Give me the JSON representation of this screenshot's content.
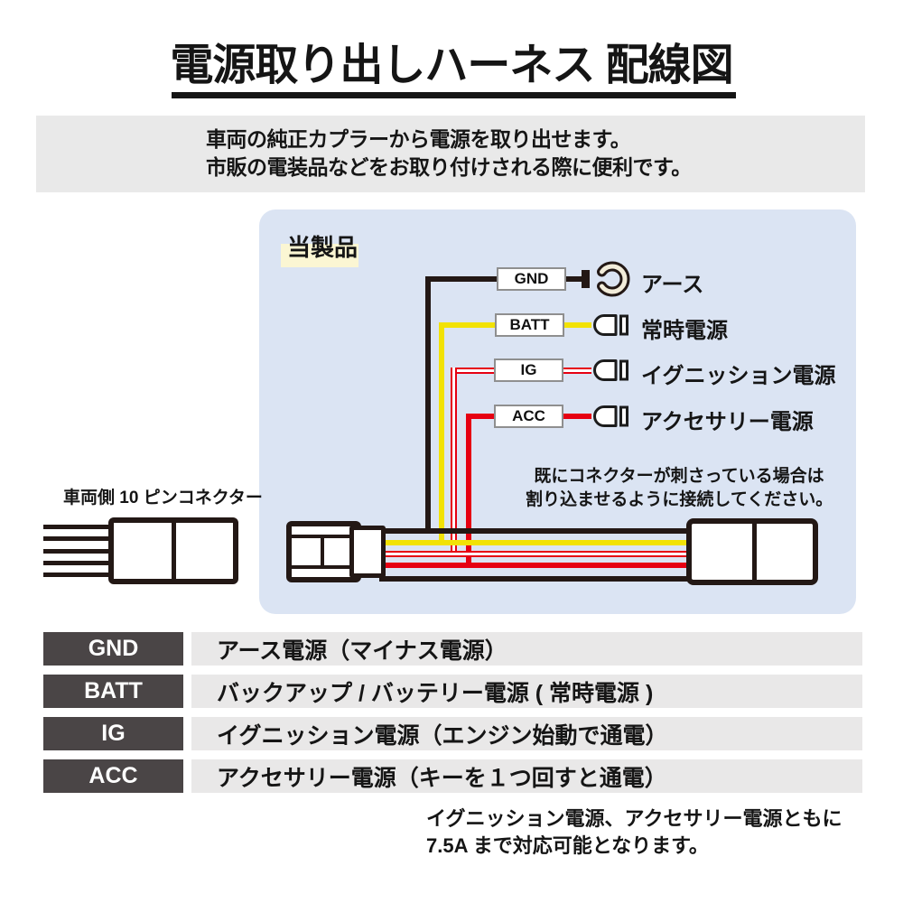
{
  "title": "電源取り出しハーネス 配線図",
  "intro": {
    "line1": "車両の純正カプラーから電源を取り出せます。",
    "line2": "市販の電装品などをお取り付けされる際に便利です。"
  },
  "diagram": {
    "product_label": "当製品",
    "note_line1": "既にコネクターが刺さっている場合は",
    "note_line2": "割り込ませるように接続してください。",
    "vehicle_connector_label": "車両側 10 ピンコネクター",
    "rows": [
      {
        "tag": "GND",
        "label": "アース",
        "wire_color": "#231815",
        "terminal": "ring"
      },
      {
        "tag": "BATT",
        "label": "常時電源",
        "wire_color": "#f2e205",
        "terminal": "bullet"
      },
      {
        "tag": "IG",
        "label": "イグニッション電源",
        "wire_color": "#e60012",
        "wire_stripe": "white-with-red-edges",
        "terminal": "bullet"
      },
      {
        "tag": "ACC",
        "label": "アクセサリー電源",
        "wire_color": "#e60012",
        "terminal": "bullet"
      }
    ]
  },
  "legend_table": {
    "rows": [
      {
        "key": "GND",
        "value": "アース電源（マイナス電源）"
      },
      {
        "key": "BATT",
        "value": "バックアップ / バッテリー電源 ( 常時電源 )"
      },
      {
        "key": "IG",
        "value": "イグニッション電源（エンジン始動で通電）"
      },
      {
        "key": "ACC",
        "value": "アクセサリー電源（キーを１つ回すと通電）"
      }
    ]
  },
  "footer": {
    "line1": "イグニッション電源、アクセサリー電源ともに",
    "line2": "7.5A まで対応可能となります。"
  },
  "colors": {
    "diagram_bg": "#dbe4f3",
    "intro_bg": "#e9e9e9",
    "table_key_bg": "#4a4546",
    "table_value_bg": "#e9e8e8",
    "wire_black": "#231815",
    "wire_yellow": "#f2e205",
    "wire_red": "#e60012",
    "highlight_yellow": "#fbf6d3",
    "terminal_cream": "#f2ecd9"
  }
}
